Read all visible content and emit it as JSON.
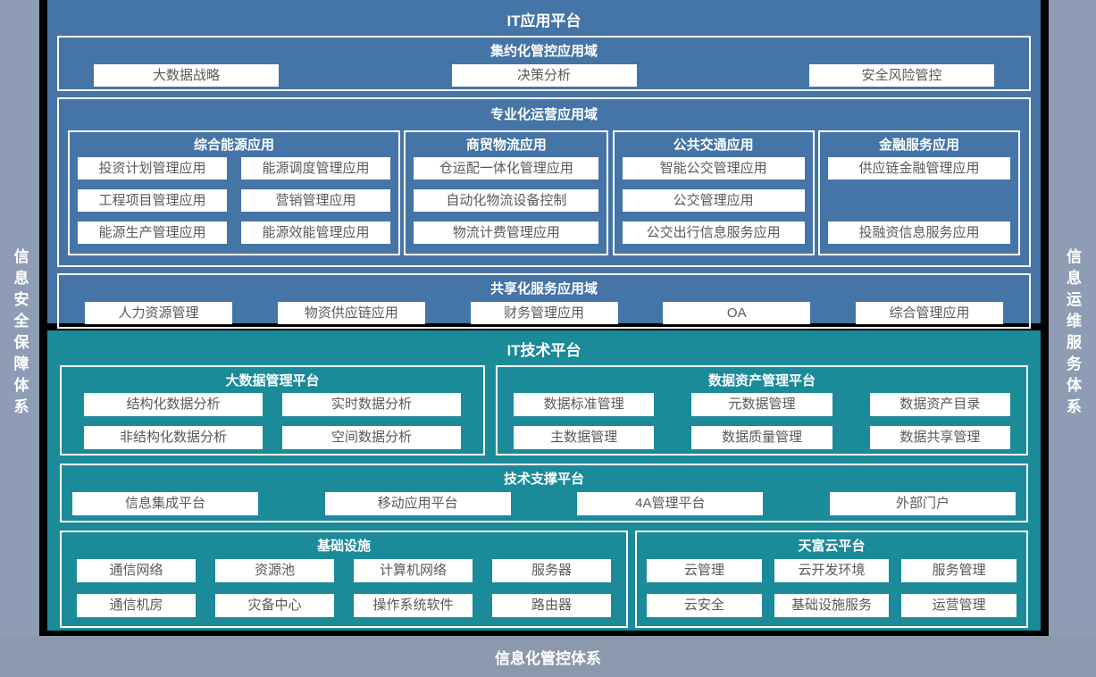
{
  "colors": {
    "blue": "#4574a6",
    "teal": "#1b8a99",
    "sidebar": "#8e9cb5",
    "bottombar": "#8c99ac",
    "box_text": "#595959"
  },
  "sidebars": {
    "left": "信息安全保障体系",
    "right": "信息运维服务体系",
    "bottom": "信息化管控体系"
  },
  "app_platform": {
    "title": "IT应用平台",
    "intensive": {
      "title": "集约化管控应用域",
      "items": [
        "大数据战略",
        "决策分析",
        "安全风险管控"
      ]
    },
    "specialized": {
      "title": "专业化运营应用域",
      "groups": [
        {
          "title": "综合能源应用",
          "items": [
            "投资计划管理应用",
            "能源调度管理应用",
            "工程项目管理应用",
            "营销管理应用",
            "能源生产管理应用",
            "能源效能管理应用"
          ]
        },
        {
          "title": "商贸物流应用",
          "items": [
            "仓运配一体化管理应用",
            "自动化物流设备控制",
            "物流计费管理应用"
          ]
        },
        {
          "title": "公共交通应用",
          "items": [
            "智能公交管理应用",
            "公交管理应用",
            "公交出行信息服务应用"
          ]
        },
        {
          "title": "金融服务应用",
          "items": [
            "供应链金融管理应用",
            "投融资信息服务应用"
          ]
        }
      ]
    },
    "shared": {
      "title": "共享化服务应用域",
      "items": [
        "人力资源管理",
        "物资供应链应用",
        "财务管理应用",
        "OA",
        "综合管理应用"
      ]
    }
  },
  "tech_platform": {
    "title": "IT技术平台",
    "bigdata": {
      "title": "大数据管理平台",
      "items": [
        "结构化数据分析",
        "实时数据分析",
        "非结构化数据分析",
        "空间数据分析"
      ]
    },
    "data_asset": {
      "title": "数据资产管理平台",
      "items": [
        "数据标准管理",
        "元数据管理",
        "数据资产目录",
        "主数据管理",
        "数据质量管理",
        "数据共享管理"
      ]
    },
    "tech_support": {
      "title": "技术支撑平台",
      "items": [
        "信息集成平台",
        "移动应用平台",
        "4A管理平台",
        "外部门户"
      ]
    },
    "infrastructure": {
      "title": "基础设施",
      "items": [
        "通信网络",
        "资源池",
        "计算机网络",
        "服务器",
        "通信机房",
        "灾备中心",
        "操作系统软件",
        "路由器"
      ]
    },
    "cloud": {
      "title": "天富云平台",
      "items": [
        "云管理",
        "云开发环境",
        "服务管理",
        "云安全",
        "基础设施服务",
        "运营管理"
      ]
    }
  }
}
